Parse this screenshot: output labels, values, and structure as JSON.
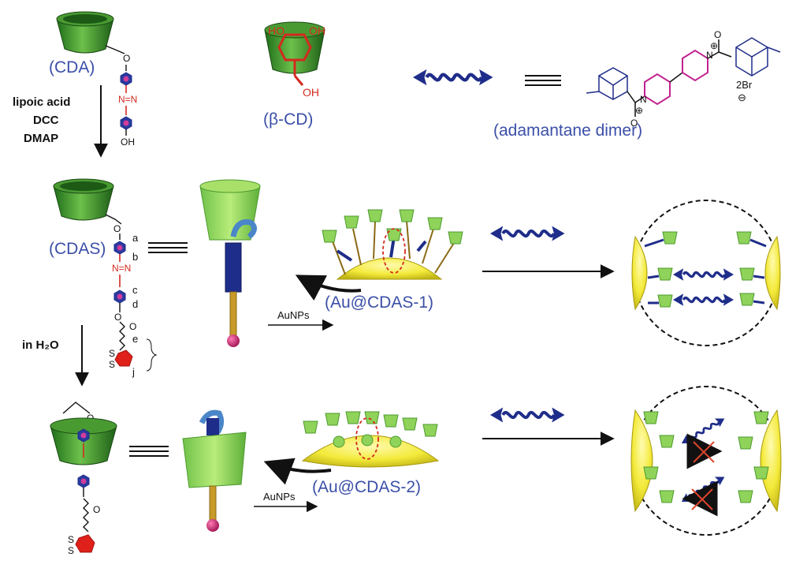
{
  "labels": {
    "cda": "(CDA)",
    "beta_cd": "(β-CD)",
    "adamantane_dimer": "(adamantane dimer)",
    "cdas": "(CDAS)",
    "au_cdas_1": "(Au@CDAS-1)",
    "au_cdas_2": "(Au@CDAS-2)"
  },
  "reagents": {
    "line1": "lipoic acid",
    "line2": "DCC",
    "line3": "DMAP"
  },
  "conditions": {
    "in_h2o": "in H₂O",
    "aunps_top": "AuNPs",
    "aunps_bottom": "AuNPs"
  },
  "atoms": {
    "o": "O",
    "n": "N",
    "nn": "N=N",
    "oh": "OH",
    "ho": "HO",
    "s": "S",
    "plus": "⊕",
    "minus": "⊖",
    "br": "2Br"
  },
  "proton_labels": [
    "a",
    "b",
    "c",
    "d",
    "e",
    "j"
  ],
  "colors": {
    "cd_green": "#3c9a2e",
    "cd_light": "#8fd35a",
    "gold": "#f3ea3a",
    "azo_red": "#d42a1f",
    "ring_blue": "#1f2d8a",
    "ring_pink": "#c2228f",
    "label_blue": "#3b4fa8",
    "crossout": "#e0452e"
  }
}
